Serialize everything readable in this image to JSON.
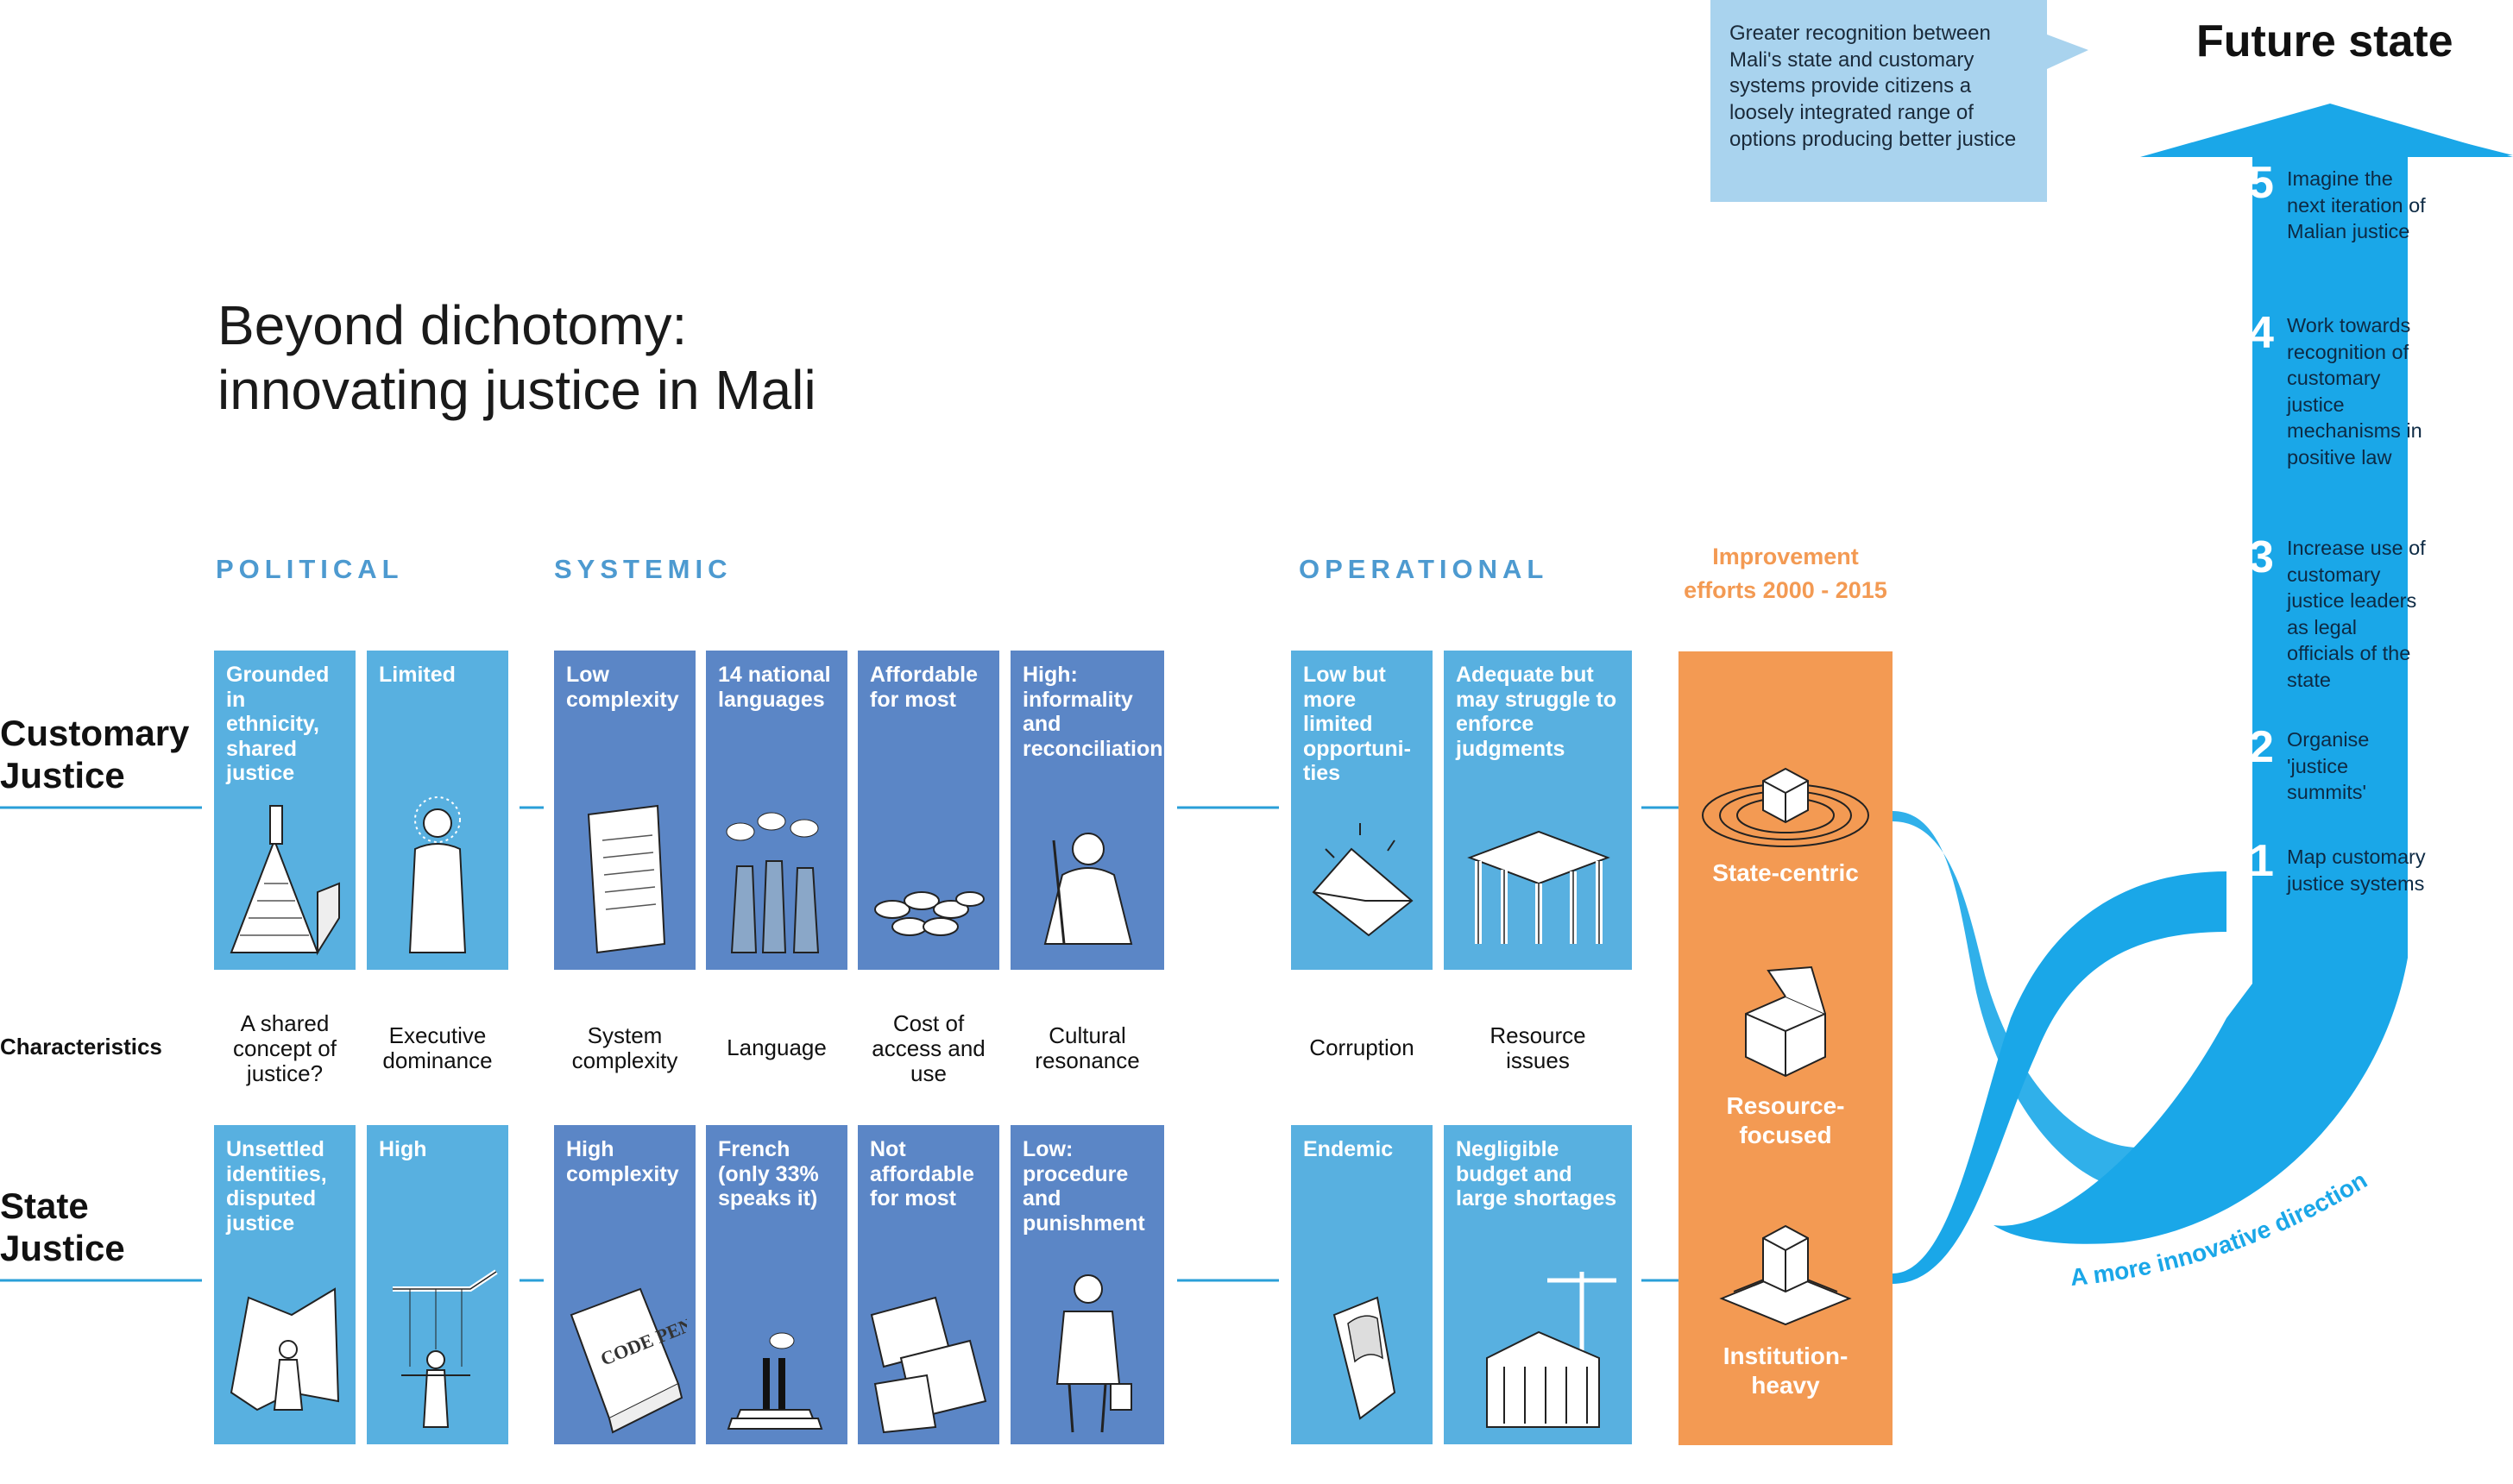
{
  "title": {
    "line1": "Beyond dichotomy:",
    "line2": "innovating justice in Mali"
  },
  "sections": {
    "political": "POLITICAL",
    "systemic": "SYSTEMIC",
    "operational": "OPERATIONAL",
    "improvement_line1": "Improvement",
    "improvement_line2": "efforts 2000 - 2015"
  },
  "rows": {
    "customary_line1": "Customary",
    "customary_line2": "Justice",
    "characteristics": "Characteristics",
    "state_line1": "State",
    "state_line2": "Justice"
  },
  "customary_cards": [
    {
      "text": "Grounded in ethnicity, shared justice",
      "tone": "light",
      "icon": "pyramid-building-icon"
    },
    {
      "text": "Limited",
      "tone": "light",
      "icon": "leader-figure-icon"
    },
    {
      "text": "Low complexity",
      "tone": "dark",
      "icon": "notepad-icon"
    },
    {
      "text": "14 national languages",
      "tone": "dark",
      "icon": "speaking-people-icon"
    },
    {
      "text": "Affordable for most",
      "tone": "dark",
      "icon": "coins-icon"
    },
    {
      "text": "High: informality and reconciliation",
      "tone": "dark",
      "icon": "seated-elder-icon"
    },
    {
      "text": "Low but more limited opportuni- ties",
      "tone": "light",
      "icon": "envelope-icon"
    },
    {
      "text": "Adequate but may struggle  to enforce judgments",
      "tone": "light",
      "icon": "shelter-icon"
    }
  ],
  "characteristics": [
    "A shared concept of justice?",
    "Executive dominance",
    "System complexity",
    "Language",
    "Cost of access and use",
    "Cultural resonance",
    "Corruption",
    "Resource issues"
  ],
  "state_cards": [
    {
      "text": "Unsettled identities, disputed justice",
      "tone": "light",
      "icon": "broken-map-icon"
    },
    {
      "text": "High",
      "tone": "light",
      "icon": "puppet-icon"
    },
    {
      "text": "High complexity",
      "tone": "dark",
      "icon": "code-penal-book-icon"
    },
    {
      "text": "French (only 33% speaks it)",
      "tone": "dark",
      "icon": "podium-speakers-icon"
    },
    {
      "text": "Not affordable for most",
      "tone": "dark",
      "icon": "banknotes-icon"
    },
    {
      "text": "Low: procedure and punishment",
      "tone": "dark",
      "icon": "official-figure-icon"
    },
    {
      "text": "Endemic",
      "tone": "light",
      "icon": "cash-envelope-icon"
    },
    {
      "text": "Negligible budget and large shortages",
      "tone": "light",
      "icon": "crane-courthouse-icon"
    }
  ],
  "book_label": "CODE PENAL",
  "orange_column": {
    "state_centric": "State-centric",
    "resource_line1": "Resource-",
    "resource_line2": "focused",
    "institution_line1": "Institution-",
    "institution_line2": "heavy"
  },
  "callout": "Greater recognition between Mali's state and customary systems provide citizens a loosely integrated range of options producing better justice",
  "future_state": "Future state",
  "steps": [
    {
      "num": "5",
      "text": "Imagine the next iteration of Malian justice"
    },
    {
      "num": "4",
      "text": "Work towards recognition of customary justice mechanisms in positive law"
    },
    {
      "num": "3",
      "text": "Increase use of customary justice leaders as legal officials of the state"
    },
    {
      "num": "2",
      "text": "Organise 'justice summits'"
    },
    {
      "num": "1",
      "text": "Map customary justice systems"
    }
  ],
  "arrow_caption": "A more innovative direction",
  "colors": {
    "light_blue": "#58b0e0",
    "dark_blue": "#5b86c6",
    "orange": "#f39a53",
    "arrow_blue": "#1aa7e8",
    "callout": "#a9d3ee",
    "section_blue": "#4d9ad0"
  }
}
